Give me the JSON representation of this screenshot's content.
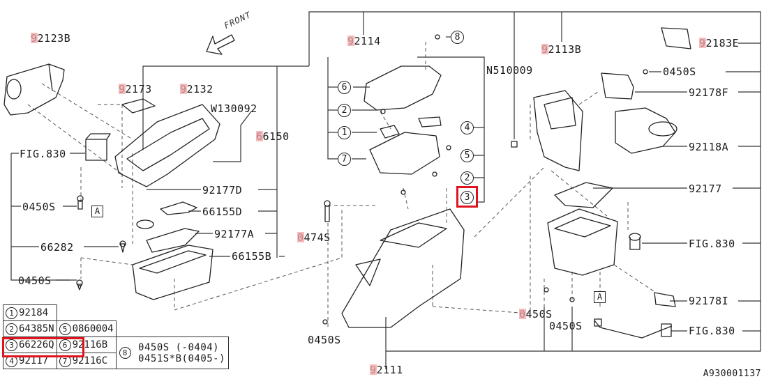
{
  "diagram": {
    "labels": [
      {
        "id": "92123B",
        "text": "92123B"
      },
      {
        "id": "92173",
        "text": "92173"
      },
      {
        "id": "92132",
        "text": "92132"
      },
      {
        "id": "W130092",
        "text": "W130092"
      },
      {
        "id": "66150",
        "text": "66150"
      },
      {
        "id": "FIG830-left",
        "text": "FIG.830"
      },
      {
        "id": "0450S-a",
        "text": "0450S"
      },
      {
        "id": "92177D",
        "text": "92177D"
      },
      {
        "id": "66155D",
        "text": "66155D"
      },
      {
        "id": "92177A",
        "text": "92177A"
      },
      {
        "id": "66282",
        "text": "66282"
      },
      {
        "id": "66155B",
        "text": "66155B"
      },
      {
        "id": "0450S-b",
        "text": "0450S"
      },
      {
        "id": "92114",
        "text": "92114"
      },
      {
        "id": "N510009",
        "text": "N510009"
      },
      {
        "id": "0474S",
        "text": "0474S"
      },
      {
        "id": "0450S-c",
        "text": "0450S"
      },
      {
        "id": "92111",
        "text": "92111"
      },
      {
        "id": "92113B",
        "text": "92113B"
      },
      {
        "id": "92183E",
        "text": "92183E"
      },
      {
        "id": "0450S-d",
        "text": "0450S"
      },
      {
        "id": "92178F",
        "text": "92178F"
      },
      {
        "id": "92118A",
        "text": "92118A"
      },
      {
        "id": "92177",
        "text": "92177"
      },
      {
        "id": "FIG830-right",
        "text": "FIG.830"
      },
      {
        "id": "0450S-e",
        "text": "0450S"
      },
      {
        "id": "92178I",
        "text": "92178I"
      },
      {
        "id": "0450S-f",
        "text": "0450S"
      },
      {
        "id": "FIG830-bottom",
        "text": "FIG.830"
      }
    ],
    "callouts": [
      "8",
      "6",
      "2",
      "1",
      "7",
      "4",
      "5",
      "2",
      "3"
    ],
    "front_text": "FRONT",
    "ref_box_text": "A",
    "reference_id": "A930001137"
  },
  "legend": {
    "rows": [
      {
        "num": "1",
        "part": "92184"
      },
      {
        "num": "2",
        "part": "64385N"
      },
      {
        "num": "3",
        "part": "66226Q"
      },
      {
        "num": "4",
        "part": "92117"
      },
      {
        "num": "5",
        "part": "0860004"
      },
      {
        "num": "6",
        "part": "92116B"
      },
      {
        "num": "7",
        "part": "92116C"
      },
      {
        "num": "8",
        "lines": [
          "0450S  (-0404)",
          "0451S*B(0405-)"
        ]
      }
    ]
  },
  "highlight_color": "#e0141e",
  "marker_color": "#f2a7a7"
}
